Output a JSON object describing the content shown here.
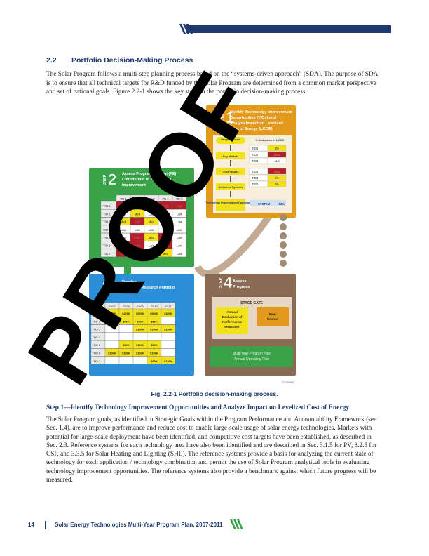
{
  "section": {
    "number": "2.2",
    "title": "Portfolio Decision-Making Process"
  },
  "intro": "The Solar Program follows a multi-step planning process based on the “systems-driven approach” (SDA). The purpose of SDA is to ensure that all technical targets for R&D funded by the Solar Program are determined from a common market perspective and set of national goals. Figure 2.2-1 shows the key steps in the portfolio decision-making process.",
  "figure": {
    "caption": "Fig. 2.2-1  Portfolio decision-making process.",
    "code": "D3799807",
    "step1": {
      "label": "STEP",
      "num": "1",
      "title": [
        "Identify Technology Improvement",
        "Opportunities (TIOs) and",
        "Analyze Impact on Levelized",
        "Cost of Energy (LCOE)"
      ],
      "chain": [
        "Program Goals",
        "Key Markets",
        "Cost Targets",
        "Reference Systems",
        "Technology Improvement Opportunities"
      ],
      "lcoe_header": "% Reduction in LCOE",
      "lcoe_rows": [
        {
          "tio": "TIO1",
          "val": "2%",
          "color": "#f3e21a"
        },
        {
          "tio": "TIO2",
          "val": "10%",
          "color": "#b21f2a"
        },
        {
          "tio": "TIO3",
          "val": "-11%",
          "color": "#ffffff"
        },
        {
          "tio": "TIO3",
          "val": "12%",
          "color": "#b21f2a"
        },
        {
          "tio": "TIO4",
          "val": "5%",
          "color": "#f3e21a"
        },
        {
          "tio": "TIO5",
          "val": "2%",
          "color": "#f3e21a"
        }
      ],
      "system_label": "SYSTEM",
      "system_value": "12%"
    },
    "step2": {
      "label": "STEP",
      "num": "2",
      "title": [
        "Assess Program Element (PE)",
        "Contribution to Technology",
        "Improvement"
      ],
      "columns": [
        "PE 1",
        "PE 2",
        "PE 3",
        "PE 4",
        "PE 5"
      ],
      "rows": [
        {
          "tio": "TIO 1",
          "cells": [
            "High",
            "High",
            "High",
            "High",
            "High"
          ]
        },
        {
          "tio": "TIO 2",
          "cells": [
            "Low",
            "Med",
            "Low",
            "",
            "Low"
          ]
        },
        {
          "tio": "TIO 3",
          "cells": [
            "Med",
            "High",
            "Med",
            "Low",
            "Low"
          ]
        },
        {
          "tio": "TIO 4",
          "cells": [
            "Low",
            "Low",
            "Low",
            "Low",
            "Low"
          ]
        },
        {
          "tio": "TIO 5",
          "cells": [
            "Low",
            "High",
            "Med",
            "High",
            "Low"
          ]
        },
        {
          "tio": "TIO 6",
          "cells": [
            "High",
            "High",
            "Low",
            "High",
            "Low"
          ]
        },
        {
          "tio": "TIO 7",
          "cells": [
            "High",
            "Med",
            "Low",
            "Med",
            "Low"
          ]
        }
      ],
      "colors": {
        "High": "#b21f2a",
        "Med": "#f3e21a",
        "Low": "#ffffff",
        "": "#ffffff"
      }
    },
    "step3": {
      "label": "STEP",
      "num": "3",
      "title": [
        "Develop",
        "Multi-Year Research Portfolio"
      ],
      "columns": [
        "Funding",
        "FY07",
        "FY08",
        "FY09",
        "FY10",
        "FY11"
      ],
      "rows": [
        {
          "tio": "TIO 1",
          "cells": [
            "$100K",
            "$200K",
            "$500K",
            "$500K",
            "$300K"
          ]
        },
        {
          "tio": "TIO 2",
          "cells": [
            "",
            "$50K",
            "$50K",
            "$50K",
            ""
          ]
        },
        {
          "tio": "TIO 3",
          "cells": [
            "",
            "",
            "$100K",
            "$100K",
            "$100K"
          ]
        },
        {
          "tio": "TIO 4",
          "cells": [
            "",
            "",
            "",
            "",
            ""
          ]
        },
        {
          "tio": "TIO 5",
          "cells": [
            "",
            "$50K",
            "$100K",
            "$50K",
            ""
          ]
        },
        {
          "tio": "TIO 6",
          "cells": [
            "$100K",
            "$100K",
            "$100K",
            "$100K",
            ""
          ]
        },
        {
          "tio": "TIO 7",
          "cells": [
            "",
            "",
            "",
            "$90K",
            "$100K"
          ]
        }
      ]
    },
    "step4": {
      "label": "STEP",
      "num": "4",
      "title": [
        "Assess",
        "Progress"
      ],
      "stage_gate": "STAGE GATE",
      "annual": [
        "Annual",
        "Evaluation of",
        "Performance",
        "Measures"
      ],
      "peer": [
        "Peer",
        "Review"
      ],
      "plan": [
        "Multi-Year Program Plan",
        "Annual Operating Plan"
      ]
    }
  },
  "step1_heading": "Step 1—Identify Technology Improvement Opportunities and Analyze Impact on Levelized Cost of Energy",
  "step1_body": "The Solar Program goals, as identified in Strategic Goals within the Program Performance and Accountability Framework (see Sec. 1.4), are to improve performance and reduce cost to enable large-scale usage of solar energy technologies. Markets with potential for large-scale deployment have been identified, and competitive cost targets have been established, as described in Sec. 2.3. Reference systems for each technology area have also been identified and are described in Sec. 3.1.5 for PV, 3.2.5 for CSP, and 3.3.5 for Solar Heating and Lighting (SHL). The reference systems provide a basis for analyzing the current state of technology for each application / technology combination and permit the use of Solar Program analytical tools in evaluating technology improvement opportunities. The reference systems also provide a benchmark against which future progress will be measured.",
  "footer": {
    "page": "14",
    "title": "Solar Energy Technologies Multi-Year Program Plan, 2007-2011"
  },
  "watermark": "PROOF",
  "colors": {
    "navy": "#1f3a6e",
    "orange": "#e39a1c",
    "green": "#3aa34a",
    "blue": "#2a8fd6",
    "brown": "#8a6a52"
  }
}
